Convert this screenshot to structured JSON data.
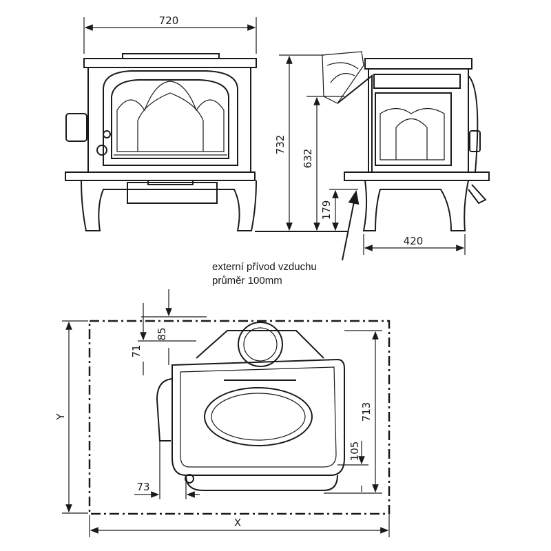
{
  "front_view": {
    "width_label": "720"
  },
  "side_view": {
    "height_total_label": "732",
    "height_flue_label": "632",
    "height_air_inlet_label": "179",
    "depth_label": "420"
  },
  "note": {
    "line1": "externí přívod vzduchu",
    "line2": "průměr 100mm"
  },
  "top_view": {
    "dim_85": "85",
    "dim_71": "71",
    "dim_713": "713",
    "dim_105": "105",
    "dim_73": "73",
    "y_label": "Y",
    "x_label": "X"
  }
}
